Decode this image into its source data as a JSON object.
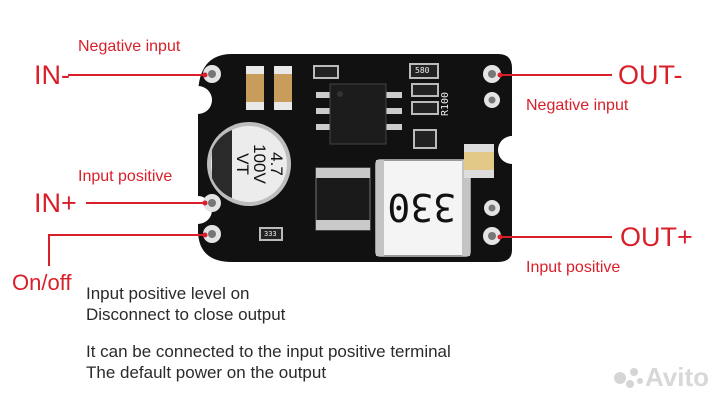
{
  "labels": {
    "in_minus": "IN-",
    "in_plus": "IN+",
    "out_minus": "OUT-",
    "out_plus": "OUT+",
    "on_off": "On/off",
    "in_minus_desc": "Negative input",
    "in_plus_desc": "Input positive",
    "out_minus_desc": "Negative input",
    "out_plus_desc": "Input positive"
  },
  "description": {
    "line1": "Input positive level on",
    "line2": "Disconnect to close output",
    "line3": "It can be connected to the input positive terminal",
    "line4": "The default power on the output"
  },
  "board": {
    "capacitor_line1": "4.7",
    "capacitor_line2": "100V",
    "capacitor_line3": "VT",
    "inductor_code": "330",
    "resistor_r100": "R100",
    "resistor_580": "580",
    "smd_333": "333"
  },
  "watermark": "Avito",
  "colors": {
    "label_red": "#d9202a",
    "board": "#111111"
  }
}
